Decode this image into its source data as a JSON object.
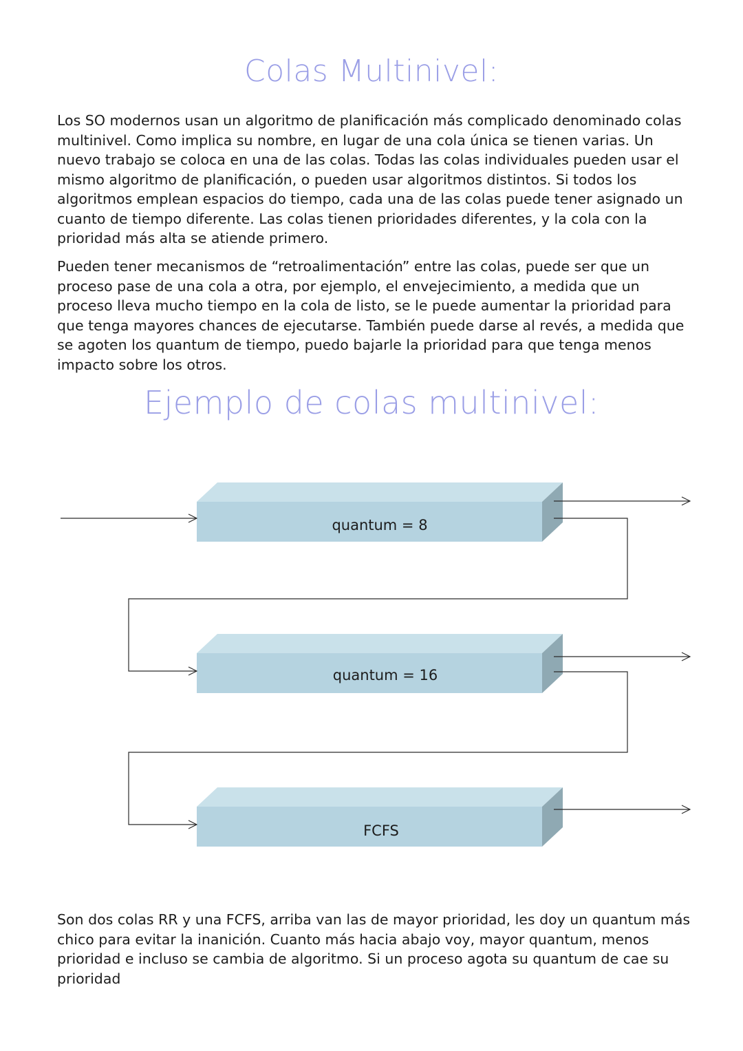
{
  "titles": {
    "main": "Colas Multinivel:",
    "example": "Ejemplo de colas multinivel:"
  },
  "paragraphs": {
    "intro": "Los SO modernos usan un algoritmo de planificación más complicado denominado colas multinivel. Como implica su nombre, en lugar de una cola única se tienen varias. Un nuevo trabajo se coloca en una de las colas. Todas las colas individuales pueden usar el mismo algoritmo de planificación, o pueden usar algoritmos distintos. Si todos los algoritmos emplean espacios do tiempo, cada una de las colas puede tener asignado un cuanto de tiempo diferente. Las colas tienen prioridades diferentes, y la cola con la prioridad más alta se atiende primero.",
    "feedback": "Pueden tener mecanismos de “retroalimentación” entre las colas, puede ser que un proceso pase de una cola a otra, por ejemplo, el envejecimiento, a medida que un proceso lleva mucho tiempo en la cola de listo, se le puede aumentar la prioridad para que tenga mayores chances de ejecutarse. También puede darse al revés, a medida que se agoten los quantum de tiempo, puedo bajarle la prioridad para que tenga menos impacto sobre los otros.",
    "conclusion": "Son dos colas RR y una FCFS, arriba van las de mayor prioridad, les doy un quantum más chico para evitar la inanición. Cuanto más hacia abajo voy, mayor quantum, menos prioridad e incluso se cambia de algoritmo. Si un proceso agota su quantum de cae su prioridad"
  },
  "diagram": {
    "queues": [
      {
        "label": "quantum = 8"
      },
      {
        "label": "quantum = 16"
      },
      {
        "label": "FCFS"
      }
    ],
    "colors": {
      "box_front": "#b5d3e0",
      "box_top": "#c9e1ea",
      "box_side": "#8fa9b3",
      "line": "#2a2a2a"
    }
  }
}
